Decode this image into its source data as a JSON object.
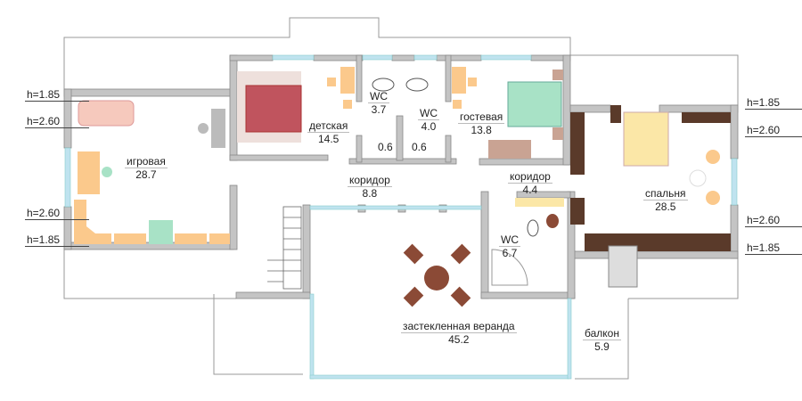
{
  "rooms": [
    {
      "name": "игровая",
      "area": "28.7"
    },
    {
      "name": "детская",
      "area": "14.5"
    },
    {
      "name": "WC",
      "area": "3.7"
    },
    {
      "name": "WC",
      "area": "4.0"
    },
    {
      "name": "гостевая",
      "area": "13.8"
    },
    {
      "name": "коридор",
      "area": "8.8"
    },
    {
      "name": "коридор",
      "area": "4.4"
    },
    {
      "name": "спальня",
      "area": "28.5"
    },
    {
      "name": "WC",
      "area": "6.7"
    },
    {
      "name": "застекленная веранда",
      "area": "45.2"
    },
    {
      "name": "балкон",
      "area": "5.9"
    }
  ],
  "showers": [
    "0.6",
    "0.6"
  ],
  "heights_left": [
    "h=1.85",
    "h=2.60",
    "h=2.60",
    "h=1.85"
  ],
  "heights_right": [
    "h=1.85",
    "h=2.60",
    "h=2.60",
    "h=1.85"
  ],
  "colors": {
    "wall": "#c4c4c4",
    "wall_brown": "#5a3a2a",
    "furniture_orange": "#fbc98c",
    "furniture_green": "#a8e2c6",
    "bed_red": "#c0545e",
    "window": "#bfe3ef"
  }
}
